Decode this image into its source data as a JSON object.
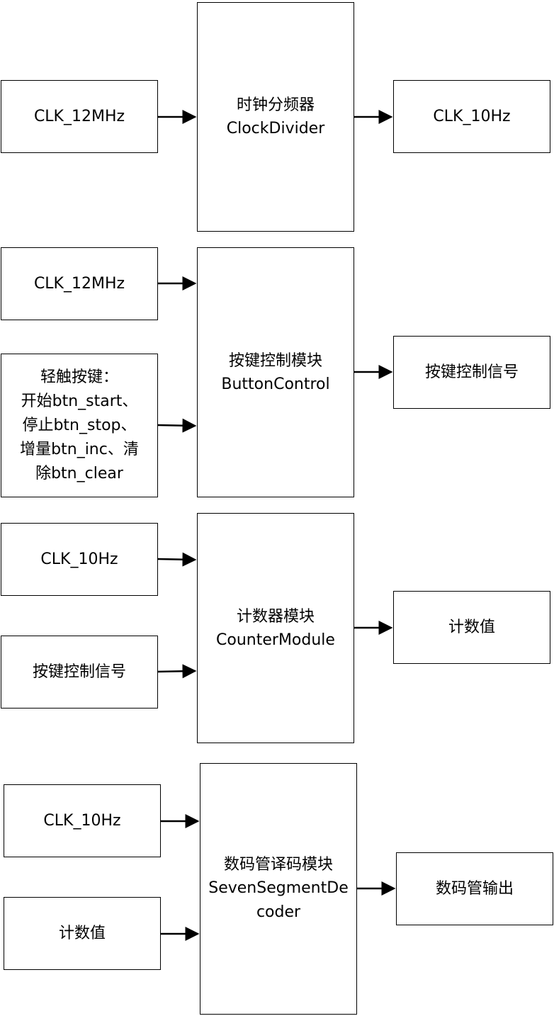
{
  "diagram": {
    "rows": [
      {
        "inputs": [
          "CLK_12MHz"
        ],
        "module": {
          "zh": "时钟分频器",
          "en": "ClockDivider"
        },
        "output": "CLK_10Hz"
      },
      {
        "inputs": [
          "CLK_12MHz",
          "轻触按键：\n开始btn_start、\n停止btn_stop、\n增量btn_inc、清\n除btn_clear"
        ],
        "module": {
          "zh": "按键控制模块",
          "en": "ButtonControl"
        },
        "output": "按键控制信号"
      },
      {
        "inputs": [
          "CLK_10Hz",
          "按键控制信号"
        ],
        "module": {
          "zh": "计数器模块",
          "en": "CounterModule"
        },
        "output": "计数值"
      },
      {
        "inputs": [
          "CLK_10Hz",
          "计数值"
        ],
        "module": {
          "zh": "数码管译码模块",
          "en": "SevenSegmentDe\ncoder"
        },
        "output": "数码管输出"
      }
    ]
  }
}
